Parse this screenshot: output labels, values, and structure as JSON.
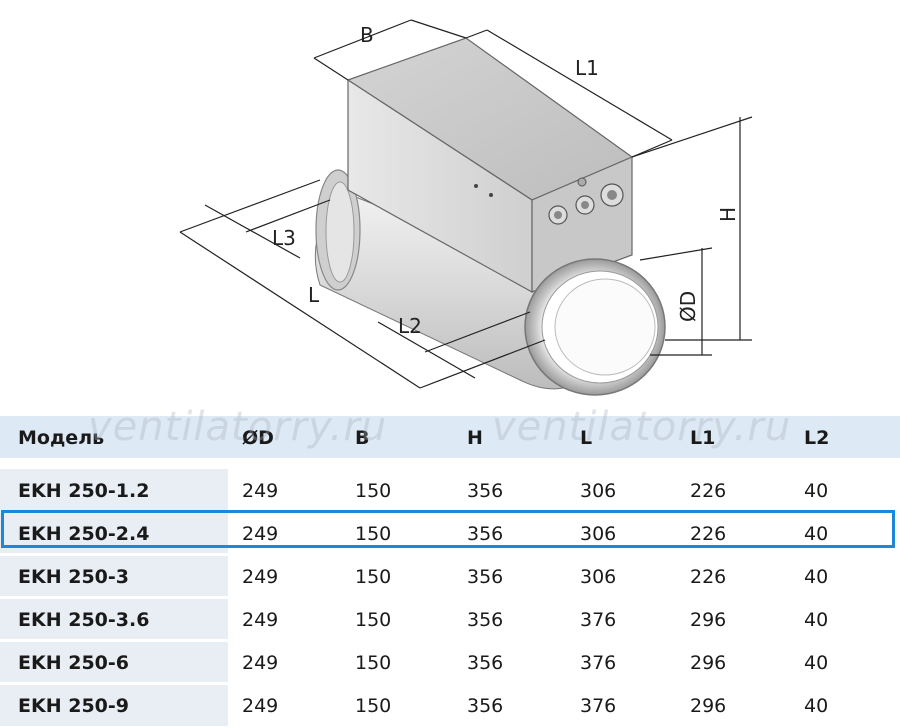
{
  "drawing": {
    "labels": {
      "B": "B",
      "L1": "L1",
      "H": "H",
      "D": "ØD",
      "L": "L",
      "L2": "L2",
      "L3": "L3"
    }
  },
  "watermark": "ventilatorry.ru",
  "table": {
    "headers": [
      "Модель",
      "ØD",
      "B",
      "H",
      "L",
      "L1",
      "L2"
    ],
    "rows": [
      {
        "model": "EKH 250-1.2",
        "values": [
          "249",
          "150",
          "356",
          "306",
          "226",
          "40"
        ]
      },
      {
        "model": "EKH 250-2.4",
        "values": [
          "249",
          "150",
          "356",
          "306",
          "226",
          "40"
        ]
      },
      {
        "model": "EKH 250-3",
        "values": [
          "249",
          "150",
          "356",
          "306",
          "226",
          "40"
        ]
      },
      {
        "model": "EKH 250-3.6",
        "values": [
          "249",
          "150",
          "356",
          "376",
          "296",
          "40"
        ]
      },
      {
        "model": "EKH 250-6",
        "values": [
          "249",
          "150",
          "356",
          "376",
          "296",
          "40"
        ]
      },
      {
        "model": "EKH 250-9",
        "values": [
          "249",
          "150",
          "356",
          "376",
          "296",
          "40"
        ]
      }
    ],
    "highlighted_row": 1,
    "highlight_color": "#1e88d8",
    "header_bg": "#dde9f5",
    "model_col_bg": "#e9eef5"
  }
}
